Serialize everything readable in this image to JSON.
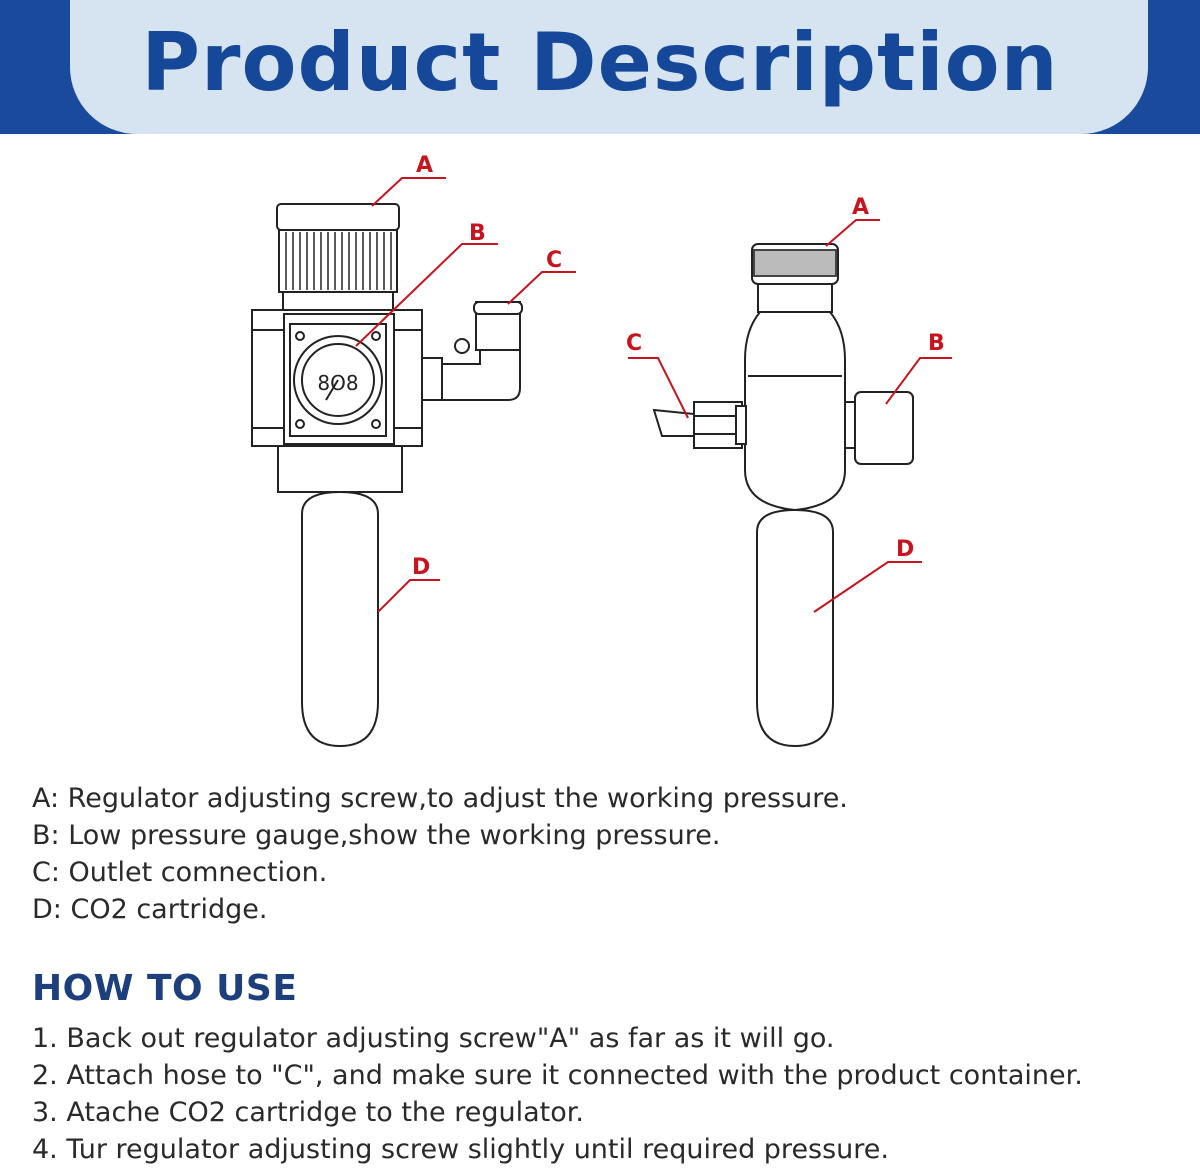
{
  "header": {
    "title": "Product Description"
  },
  "diagram": {
    "left_callouts": {
      "a": "A",
      "b": "B",
      "c": "C",
      "d": "D"
    },
    "right_callouts": {
      "a": "A",
      "b": "B",
      "c": "C",
      "d": "D"
    },
    "accent_color": "#c8141e"
  },
  "descriptions": [
    "A: Regulator adjusting screw,to adjust the working pressure.",
    "B: Low pressure gauge,show the working pressure.",
    "C: Outlet comnection.",
    "D: CO2 cartridge."
  ],
  "how_to_use": {
    "title": "HOW TO USE",
    "steps": [
      "1. Back out regulator adjusting screw\"A\" as far as it will go.",
      "2. Attach hose to \"C\", and make sure it connected with the product container.",
      "3. Atache CO2 cartridge to the regulator.",
      "4. Tur regulator adjusting screw slightly until required pressure."
    ]
  },
  "colors": {
    "header_bg": "#1a4a9c",
    "header_pill": "#d6e4f2",
    "title": "#16489a",
    "howto_title": "#1d3f7d"
  }
}
